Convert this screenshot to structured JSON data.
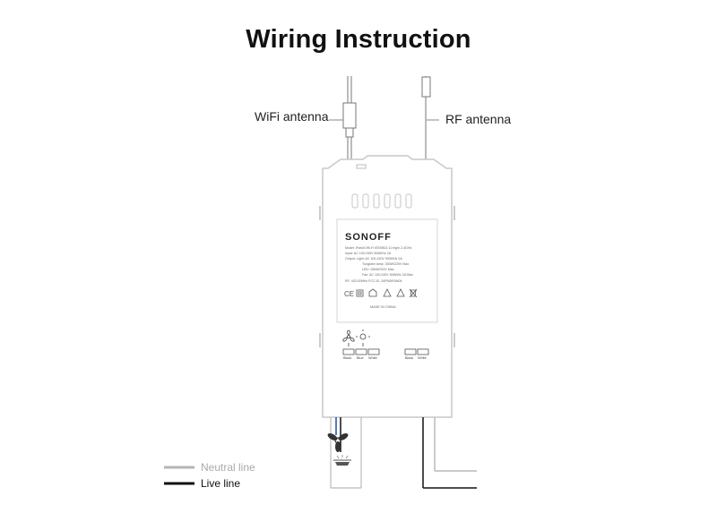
{
  "title": "Wiring Instruction",
  "antennas": {
    "wifi_label": "WiFi antenna",
    "rf_label": "RF antenna"
  },
  "device": {
    "brand": "SONOFF",
    "label_lines": [
      "Model: iFan04    Wi-Fi IEEE802.11 b/g/n 2.4GHz",
      "Input: AC 100-240V 50/60Hz 2A",
      "Output: Light: AC 100-240V 50/60Hz 2A",
      "Tungsten lamp: 300W/220V Max",
      "LED: 150W/220V Max",
      "Fan: AC 100-240V 50/60Hz 2A Max",
      "RF: 433.92MHz    FCC ID: 2APN5IFAN04"
    ],
    "made_in": "MADE IN CHINA",
    "terminals_left": [
      "Black",
      "Blue",
      "White"
    ],
    "terminals_right": [
      "Black",
      "White"
    ]
  },
  "legend": {
    "neutral_label": "Neutral line",
    "neutral_color": "#b5b5b5",
    "live_label": "Live line",
    "live_color": "#111111"
  },
  "colors": {
    "wire_blue": "#1a4fa8",
    "housing_stroke": "#c9c9c9",
    "label_stroke": "#d6d6d6"
  }
}
